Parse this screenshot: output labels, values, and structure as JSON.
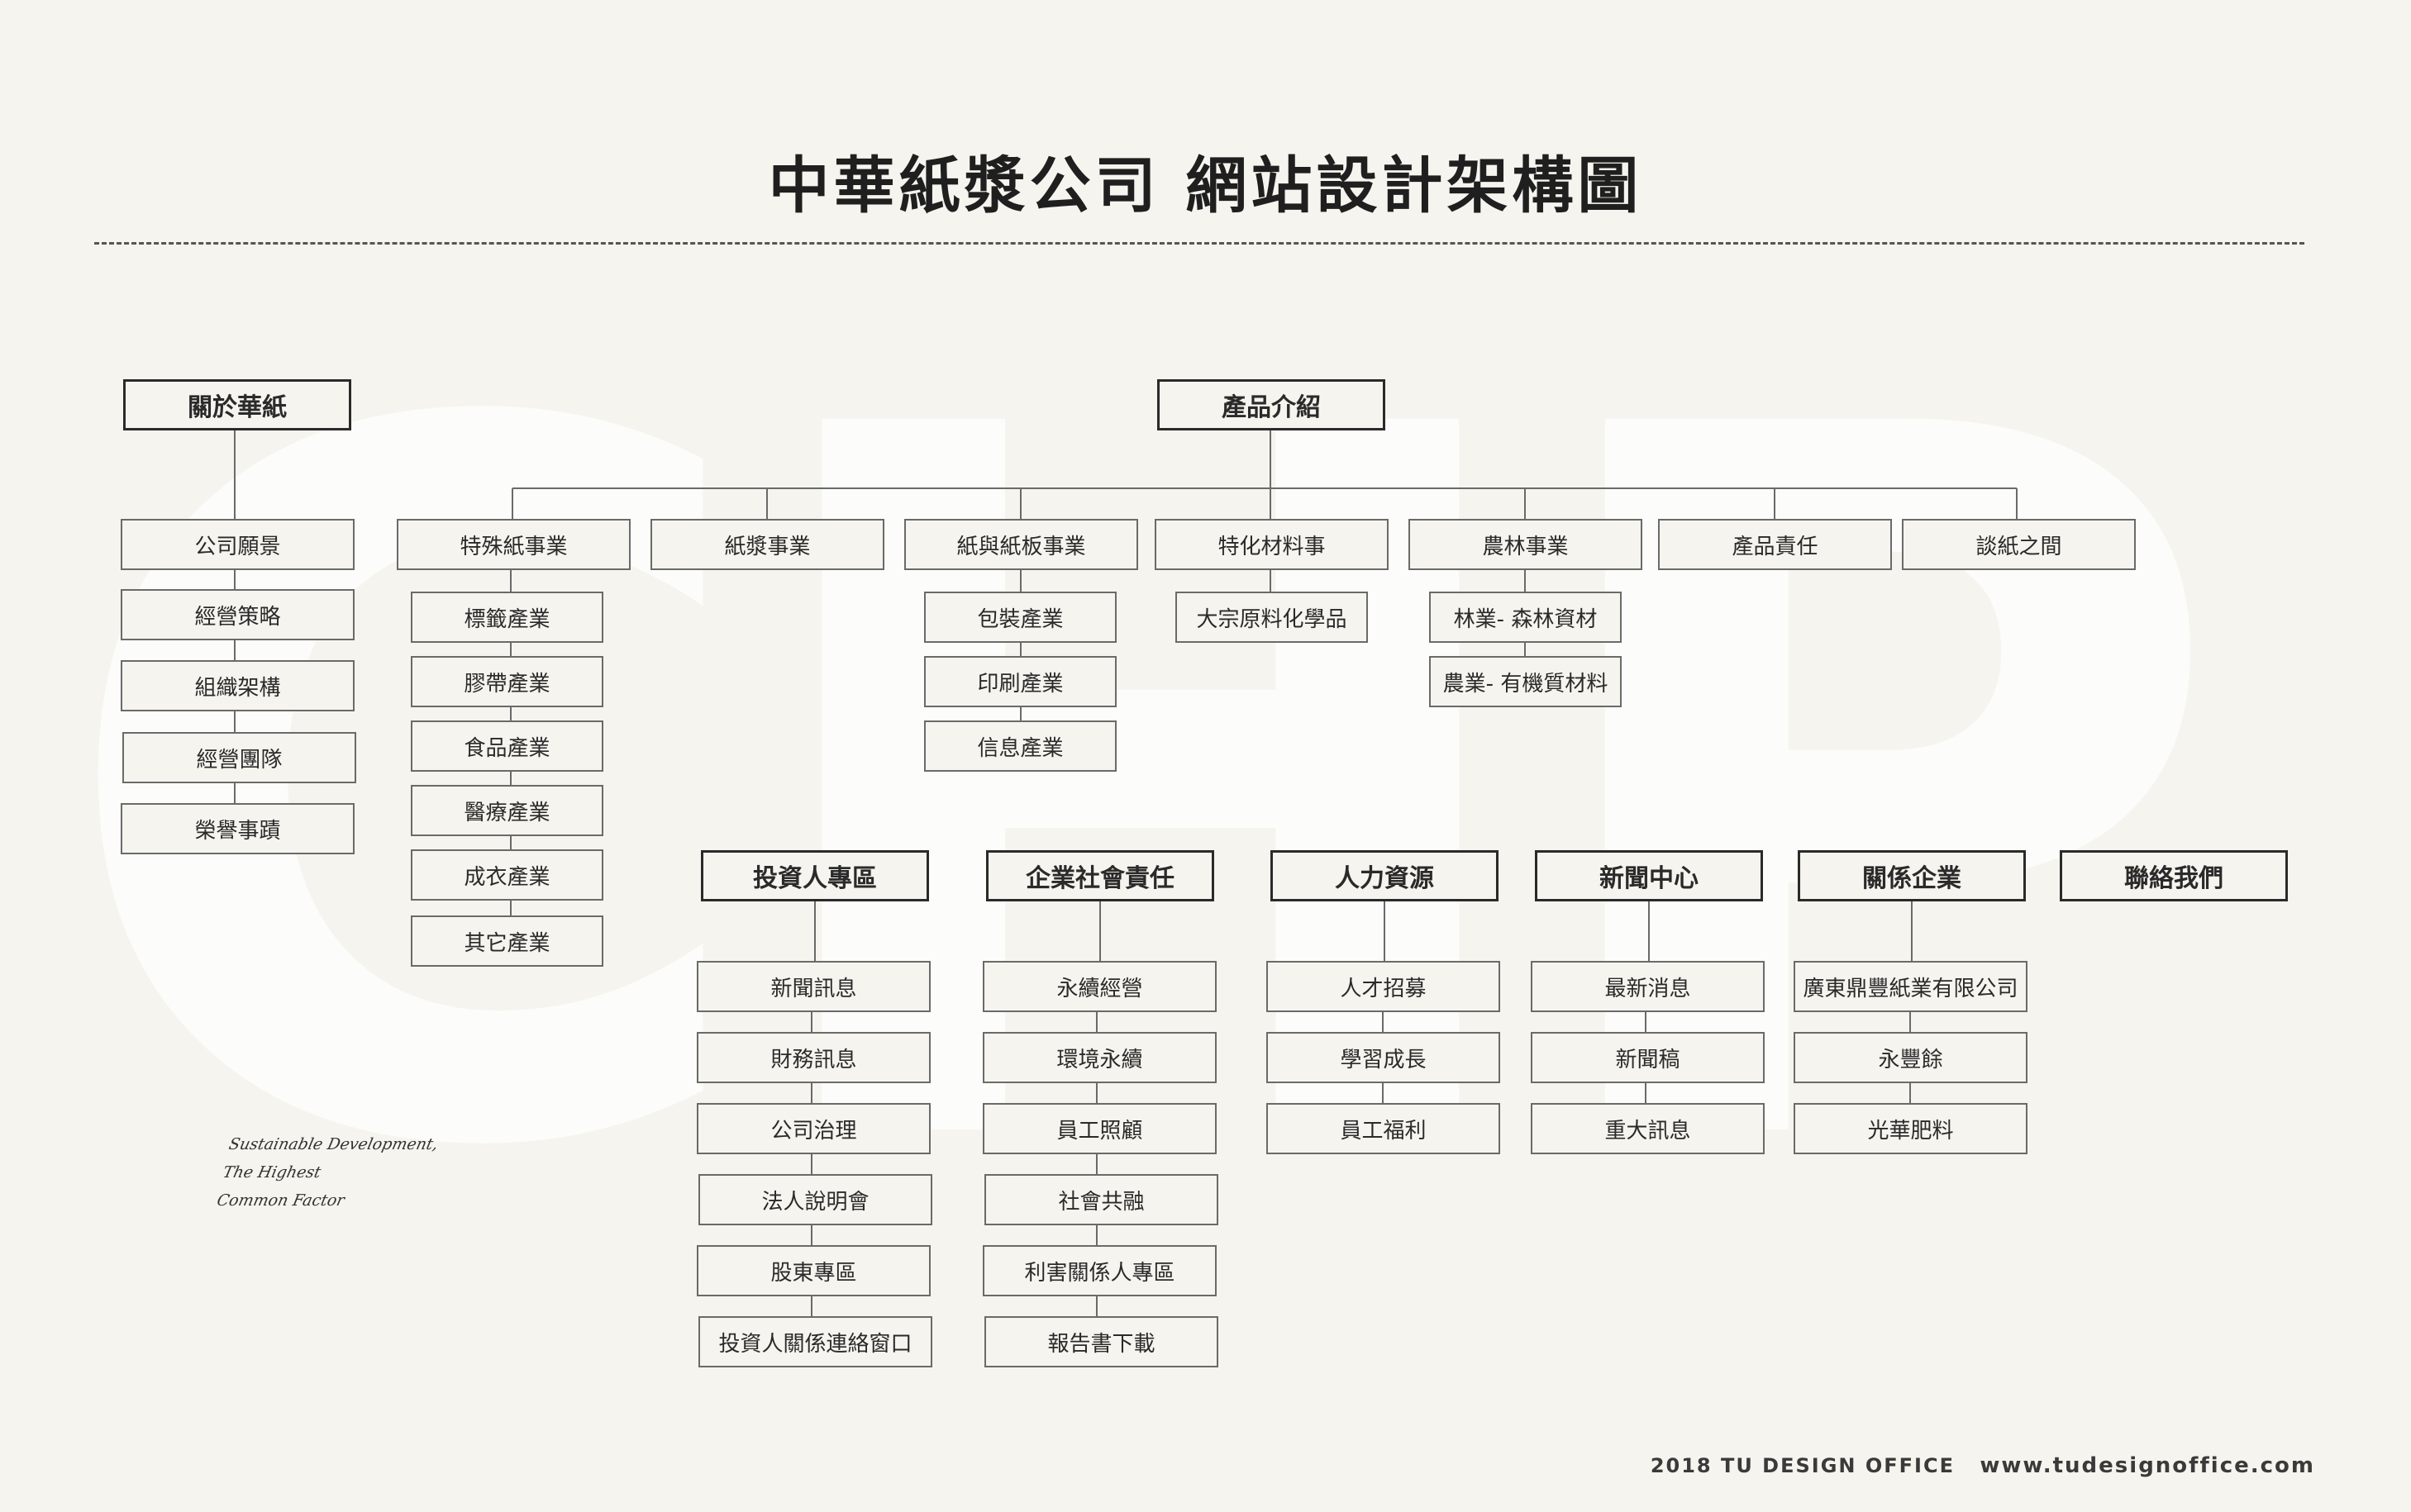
{
  "title": "中華紙漿公司 網站設計架構圖",
  "watermark": "CHP",
  "footer": {
    "credit": "2018 TU DESIGN OFFICE",
    "url": "www.tudesignoffice.com"
  },
  "signature": [
    "Sustainable Development,",
    "The Highest",
    "Common Factor"
  ],
  "about": {
    "label": "關於華紙",
    "children": [
      "公司願景",
      "經營策略",
      "組織架構",
      "經營團隊",
      "榮譽事蹟"
    ]
  },
  "products": {
    "label": "產品介紹",
    "categories": [
      {
        "label": "特殊紙事業",
        "children": [
          "標籤產業",
          "膠帶產業",
          "食品產業",
          "醫療產業",
          "成衣產業",
          "其它產業"
        ]
      },
      {
        "label": "紙漿事業",
        "children": []
      },
      {
        "label": "紙與紙板事業",
        "children": [
          "包裝產業",
          "印刷產業",
          "信息產業"
        ]
      },
      {
        "label": "特化材料事",
        "children": [
          "大宗原料化學品"
        ]
      },
      {
        "label": "農林事業",
        "children": [
          "林業- 森林資材",
          "農業- 有機質材料"
        ]
      },
      {
        "label": "產品責任",
        "children": []
      },
      {
        "label": "談紙之間",
        "children": []
      }
    ]
  },
  "sections": [
    {
      "label": "投資人專區",
      "children": [
        "新聞訊息",
        "財務訊息",
        "公司治理",
        "法人說明會",
        "股東專區",
        "投資人關係連絡窗口"
      ]
    },
    {
      "label": "企業社會責任",
      "children": [
        "永續經營",
        "環境永續",
        "員工照顧",
        "社會共融",
        "利害關係人專區",
        "報告書下載"
      ]
    },
    {
      "label": "人力資源",
      "children": [
        "人才招募",
        "學習成長",
        "員工福利"
      ]
    },
    {
      "label": "新聞中心",
      "children": [
        "最新消息",
        "新聞稿",
        "重大訊息"
      ]
    },
    {
      "label": "關係企業",
      "children": [
        "廣東鼎豐紙業有限公司",
        "永豐餘",
        "光華肥料"
      ]
    },
    {
      "label": "聯絡我們",
      "children": []
    }
  ]
}
